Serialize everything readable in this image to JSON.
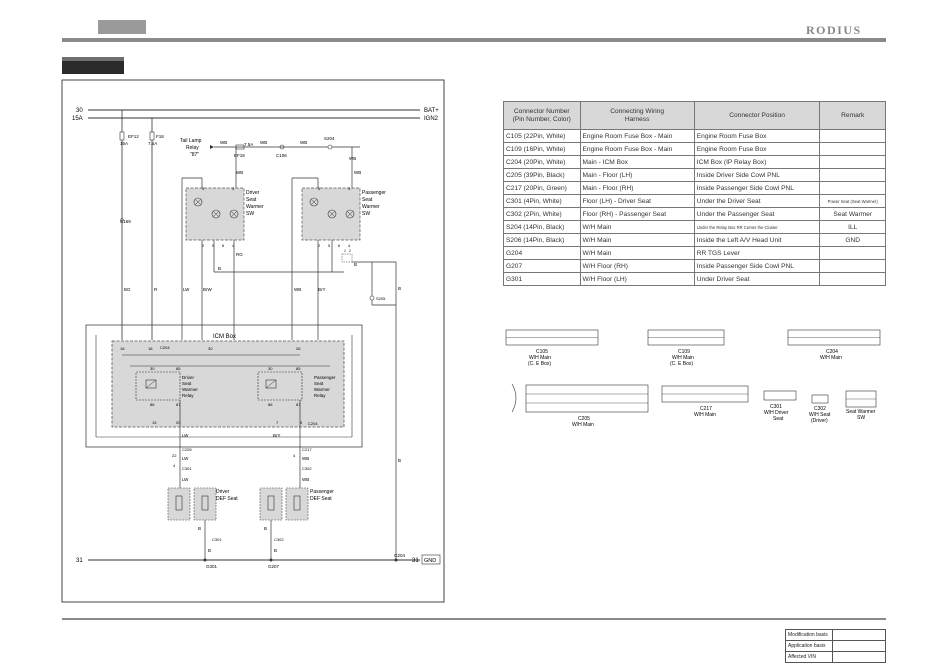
{
  "header": {
    "brand": "RODIUS"
  },
  "diagram": {
    "rails": {
      "top1": "30",
      "top2": "15A",
      "top1_right": "BAT+",
      "top2_right": "IGN2",
      "bottom": "31",
      "bottom_right": "31",
      "gnd": "GND"
    },
    "fuses": {
      "f1_name": "EF12",
      "f1_amp": "15A",
      "f2_name": "F18",
      "f2_amp": "7.5A",
      "c169": "C169"
    },
    "tail_lamp": {
      "l1": "Tail Lamp",
      "l2": "Relay",
      "l3": "\"87\"",
      "wb1": "WB",
      "fuse": "7.5A",
      "ef": "EF18",
      "wb2": "WB",
      "c106": "C106",
      "wb3": "WB",
      "s204": "S204",
      "wb4": "WB"
    },
    "driver_sw": {
      "l1": "Driver",
      "l2": "Seat",
      "l3": "Warmer",
      "l4": "SW",
      "p5": "5",
      "p3": "3",
      "p2": "2",
      "p5b": "5",
      "p6": "6",
      "p4": "4",
      "wb": "WB",
      "rg": "RG",
      "b": "B"
    },
    "pass_sw": {
      "l1": "Passenger",
      "l2": "Seat",
      "l3": "Warmer",
      "l4": "SW",
      "p5": "5",
      "p3": "3",
      "p2": "2",
      "p5b": "5",
      "p6": "6",
      "p4": "4",
      "wb": "WB",
      "b": "B",
      "s1": "1",
      "s2": "2"
    },
    "wires": {
      "bg": "BG",
      "r": "R",
      "lw": "LW",
      "brw": "BrW",
      "wb": "WB",
      "bry": "BrY",
      "b": "B",
      "s205_b": "B",
      "s205": "S205"
    },
    "icm": {
      "title": "ICM Box",
      "p16a": "16",
      "p16b": "16",
      "c204a": "C204",
      "d_l1": "Driver",
      "d_l2": "Seat",
      "d_l3": "Warmer",
      "d_l4": "Relay",
      "p_l1": "Passenger",
      "p_l2": "Seat",
      "p_l3": "Warmer",
      "p_l4": "Relay",
      "p30a": "30",
      "p85a": "85",
      "p86a": "86",
      "p87a": "87",
      "p30b": "30",
      "p85b": "85",
      "p86b": "86",
      "p87b": "87",
      "p15": "15",
      "p20": "20",
      "p7": "7",
      "p9": "9",
      "c204b": "C204",
      "s_a": "30",
      "s_b": "26"
    },
    "lower": {
      "lw1": "LW",
      "c205": "C205",
      "n22": "22",
      "n4": "4",
      "c301a": "C301",
      "lw2": "LW",
      "lw3": "LW",
      "bry1": "BrY",
      "c217": "C217",
      "n4b": "4",
      "wb1": "WB",
      "c302a": "C302",
      "wb2": "WB",
      "drv_l1": "Driver",
      "drv_l2": "DEF Seat",
      "pas_l1": "Passenger",
      "pas_l2": "DEF Seat",
      "b1": "B",
      "c301b": "C301",
      "b2": "B",
      "b3": "B",
      "c302b": "C302",
      "b4": "B",
      "g301": "G301",
      "g207": "G207",
      "g204": "G204",
      "b5": "B"
    },
    "connectors": {
      "c105_title": "C105",
      "c105_l2": "W/H Main",
      "c105_l3": "(C. E Box)",
      "c109_title": "C109",
      "c109_l2": "W/H Main",
      "c109_l3": "(C. E Box)",
      "c204_title": "C204",
      "c204_l2": "W/H Main",
      "c205_title": "C205",
      "c205_l2": "W/H Main",
      "c217_title": "C217",
      "c217_l2": "W/H Main",
      "c301_title": "C301",
      "c301_l2": "W/H Driver",
      "c301_l3": "Seat",
      "c302_title": "C302",
      "c302_l2": "W/H Seat",
      "c302_l3": "(Driver)",
      "sw_title": "Seat Warmer",
      "sw_l2": "SW"
    }
  },
  "connector_table": {
    "headers": {
      "col1_l1": "Connector Number",
      "col1_l2": "(Pin Number, Color)",
      "col2_l1": "Connecting Wiring",
      "col2_l2": "Harness",
      "col3": "Connector Position",
      "col4": "Remark"
    },
    "rows": [
      {
        "num": "C105 (22Pin, White)",
        "harness": "Engine Room Fuse Box - Main",
        "pos": "Engine Room Fuse Box",
        "remark": ""
      },
      {
        "num": "C109 (16Pin, White)",
        "harness": "Engine Room Fuse Box - Main",
        "pos": "Engine Room Fuse Box",
        "remark": ""
      },
      {
        "num": "C204 (20Pin, White)",
        "harness": "Main - ICM Box",
        "pos": "ICM Box (IP Relay Box)",
        "remark": ""
      },
      {
        "num": "C205 (39Pin, Black)",
        "harness": "Main - Floor (LH)",
        "pos": "Inside Driver Side Cowl PNL",
        "remark": ""
      },
      {
        "num": "C217 (20Pin, Green)",
        "harness": "Main - Floor (RH)",
        "pos": "Inside Passenger Side Cowl PNL",
        "remark": ""
      },
      {
        "num": "C301 (4Pin, White)",
        "harness": "Floor (LH) - Driver Seat",
        "pos": "Under the Driver Seat",
        "remark": "Power Seat (Seat Warmer)"
      },
      {
        "num": "C302 (2Pin, White)",
        "harness": "Floor (RH) - Passenger Seat",
        "pos": "Under the Passenger Seat",
        "remark": "Seat Warmer"
      },
      {
        "num": "S204 (14Pin, Black)",
        "harness": "W/H Main",
        "pos": "Under the Relay Box RR Center the Cluster",
        "remark": "ILL"
      },
      {
        "num": "S206 (14Pin, Black)",
        "harness": "W/H Main",
        "pos": "Inside the Left A/V Head Unit",
        "remark": "GND"
      },
      {
        "num": "G204",
        "harness": "W/H Main",
        "pos": "RR TGS Lever",
        "remark": ""
      },
      {
        "num": "G207",
        "harness": "W/H Floor (RH)",
        "pos": "Inside Passenger Side Cowl PNL",
        "remark": ""
      },
      {
        "num": "G301",
        "harness": "W/H Floor (LH)",
        "pos": "Under Driver Seat",
        "remark": ""
      }
    ]
  },
  "footer_table": {
    "modification": "Modification basis",
    "application": "Application basis",
    "affected": "Affected VIN"
  }
}
